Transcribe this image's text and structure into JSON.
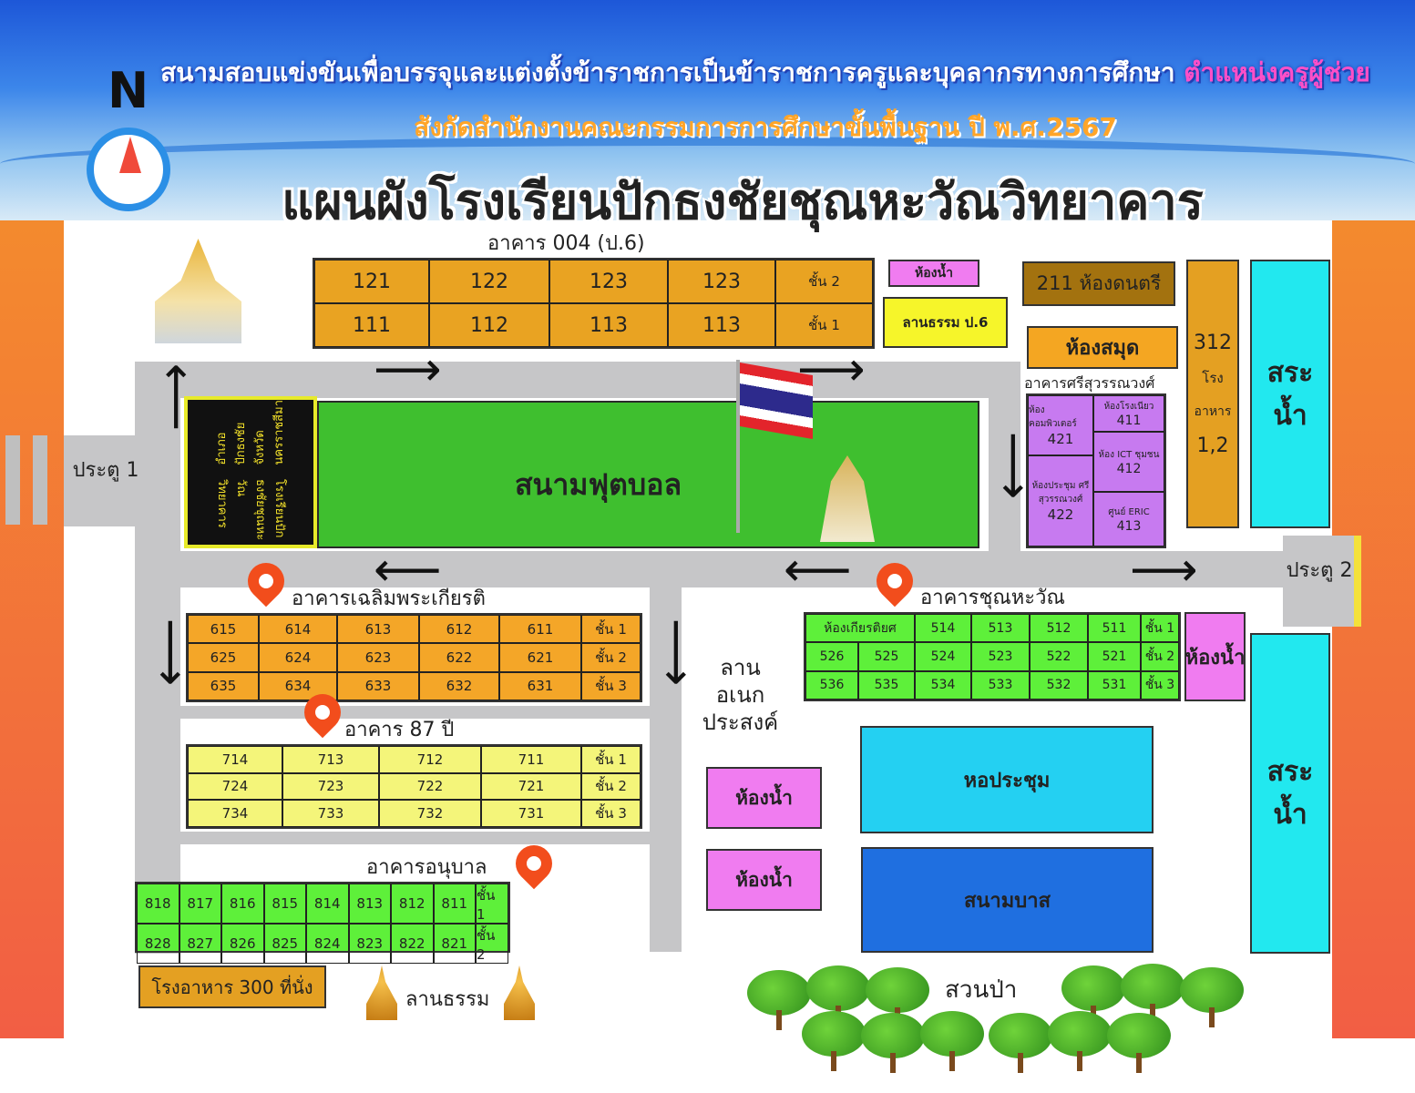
{
  "header": {
    "line1": "สนามสอบแข่งขันเพื่อบรรจุและแต่งตั้งข้าราชการเป็นข้าราชการครูและบุคลากรทางการศึกษา",
    "line1_highlight": "ตำแหน่งครูผู้ช่วย",
    "line2": "สังกัดสำนักงานคณะกรรมการการศึกษาขั้นพื้นฐาน ปี พ.ศ.2567",
    "title": "แผนผังโรงเรียนปักธงชัยชุณหะวัณวิทยาคาร",
    "north": "N"
  },
  "gates": {
    "gate1": "ประตู 1",
    "gate2": "ประตู 2"
  },
  "building_004": {
    "title": "อาคาร 004 (ป.6)",
    "rows": [
      [
        "121",
        "122",
        "123",
        "123",
        "ชั้น 2"
      ],
      [
        "111",
        "112",
        "113",
        "113",
        "ชั้น 1"
      ]
    ]
  },
  "top_right": {
    "restroom": "ห้องน้ำ",
    "dharma_p6": "ลานธรรม ป.6",
    "music": "211 ห้องดนตรี",
    "library": "ห้องสมุด",
    "canteen_num": "312",
    "canteen_word1": "โรง",
    "canteen_word2": "อาหาร",
    "canteen_num2": "1,2",
    "pond": "สระน้ำ"
  },
  "srisuwan": {
    "title": "อาคารศรีสุวรรณวงศ์",
    "r411": "ห้องโรงเนียว",
    "n411": "411",
    "r412": "ห้อง ICT ชุมชน",
    "n412": "412",
    "r413": "ศูนย์ ERIC",
    "n413": "413",
    "r421": "ห้องคอมพิวเตอร์",
    "n421": "421",
    "r422": "ห้องประชุม ศรีสุวรรณวงศ์",
    "n422": "422"
  },
  "field": {
    "label": "สนามฟุตบอล",
    "sign_line1": "โรงเรียนปักธงชัยชุณหะวัณวิทยาคาร",
    "sign_line2": "อำเภอปักธงชัย จังหวัดนครราชสีมา"
  },
  "chalerm": {
    "title": "อาคารเฉลิมพระเกียรติ",
    "rows": [
      [
        "615",
        "614",
        "613",
        "612",
        "611",
        "ชั้น 1"
      ],
      [
        "625",
        "624",
        "623",
        "622",
        "621",
        "ชั้น 2"
      ],
      [
        "635",
        "634",
        "633",
        "632",
        "631",
        "ชั้น 3"
      ]
    ]
  },
  "b87": {
    "title": "อาคาร 87 ปี",
    "rows": [
      [
        "714",
        "713",
        "712",
        "711",
        "ชั้น 1"
      ],
      [
        "724",
        "723",
        "722",
        "721",
        "ชั้น 2"
      ],
      [
        "734",
        "733",
        "732",
        "731",
        "ชั้น 3"
      ]
    ]
  },
  "anuban": {
    "title": "อาคารอนุบาล",
    "rows": [
      [
        "818",
        "817",
        "816",
        "815",
        "814",
        "813",
        "812",
        "811",
        "ชั้น 1"
      ],
      [
        "828",
        "827",
        "826",
        "825",
        "824",
        "823",
        "822",
        "821",
        "ชั้น 2"
      ]
    ]
  },
  "chunhawan": {
    "title": "อาคารชุณหะวัณ",
    "rows": [
      [
        "ห้องเกียรติยศ",
        "514",
        "513",
        "512",
        "511",
        "ชั้น 1"
      ],
      [
        "526",
        "525",
        "524",
        "523",
        "522",
        "521",
        "ชั้น 2"
      ],
      [
        "536",
        "535",
        "534",
        "533",
        "532",
        "531",
        "ชั้น 3"
      ]
    ]
  },
  "misc": {
    "restroom_right": "ห้องน้ำ",
    "multi1": "ลาน",
    "multi2": "อเนก",
    "multi3": "ประสงค์",
    "restroom_a": "ห้องน้ำ",
    "restroom_b": "ห้องน้ำ",
    "hall": "หอประชุม",
    "basketball": "สนามบาส",
    "canteen300": "โรงอาหาร 300 ที่นั่ง",
    "dharma": "ลานธรรม",
    "forest": "สวนป่า"
  },
  "colors": {
    "orange": "#e9a322",
    "yellow": "#f4f57a",
    "green": "#5ef03a",
    "pink": "#f07cf0",
    "purple": "#c77af0",
    "cyan": "#22e8ef",
    "hall": "#24d0f2",
    "court": "#1f6fe0",
    "field": "#3fbf2f"
  }
}
